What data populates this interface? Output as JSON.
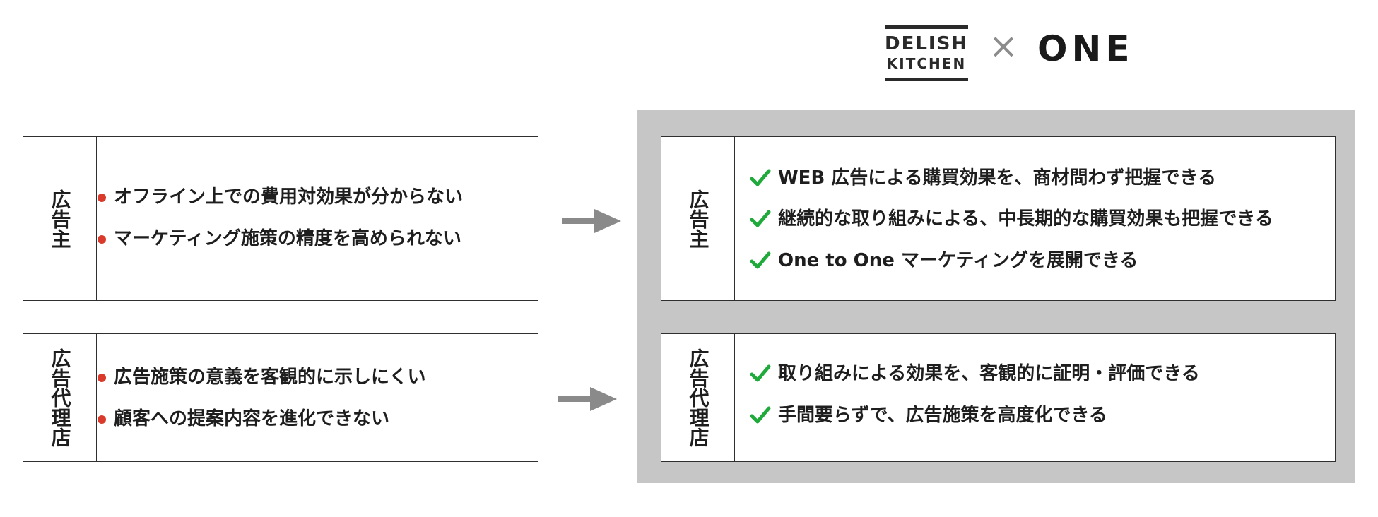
{
  "logo": {
    "brand_line1": "DELISH",
    "brand_line2": "KITCHEN",
    "times": "×",
    "partner": "ONE"
  },
  "colors": {
    "bullet": "#d93a2b",
    "check": "#1faa3b",
    "panel": "#c6c6c7"
  },
  "before": {
    "advertiser": {
      "label": "広告主",
      "items": [
        "オフライン上での費用対効果が分からない",
        "マーケティング施策の精度を高められない"
      ]
    },
    "agency": {
      "label": "広告代理店",
      "items": [
        "広告施策の意義を客観的に示しにくい",
        "顧客への提案内容を進化できない"
      ]
    }
  },
  "after": {
    "advertiser": {
      "label": "広告主",
      "items": [
        "WEB 広告による購買効果を、商材問わず把握できる",
        "継続的な取り組みによる、中長期的な購買効果も把握できる",
        "One to One マーケティングを展開できる"
      ]
    },
    "agency": {
      "label": "広告代理店",
      "items": [
        "取り組みによる効果を、客観的に証明・評価できる",
        "手間要らずで、広告施策を高度化できる"
      ]
    }
  }
}
